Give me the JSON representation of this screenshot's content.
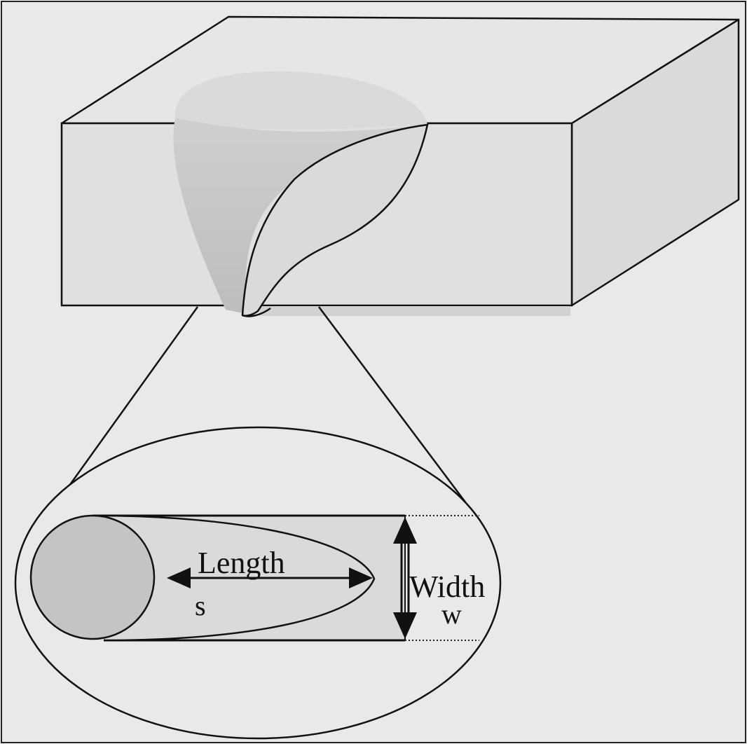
{
  "labels": {
    "length": "Length",
    "length_symbol": "s",
    "width": "Width",
    "width_symbol": "w"
  },
  "colors": {
    "background": "#e9e9e9",
    "block_front": "#e0e0e0",
    "block_top": "#e6e6e6",
    "block_side": "#dadada",
    "pool_dark": "#c6c6c6",
    "pool_light": "#dadada",
    "spot": "#c4c4c4",
    "keyhole": "#d4d4d4",
    "ink": "#111111"
  }
}
